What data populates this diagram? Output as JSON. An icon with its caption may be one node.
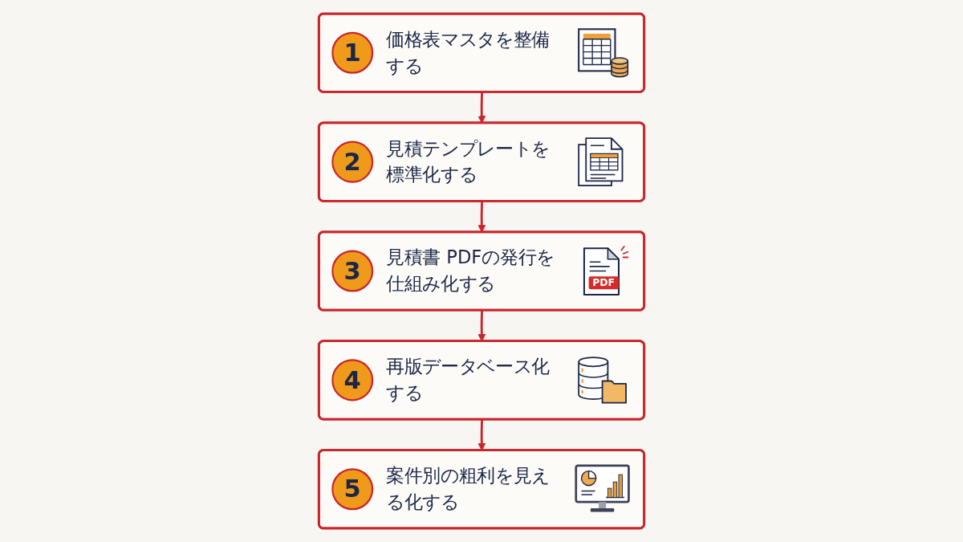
{
  "diagram": {
    "nodes": [
      {
        "text": [
          "1",
          "価格表マスタを整備する"
        ]
      },
      {
        "text": [
          "2",
          "見積テンプレートを標準化する"
        ]
      },
      {
        "text": [
          "3",
          "見積書 PDFの発行を仕組み化する",
          "PDF"
        ]
      },
      {
        "text": [
          "4",
          "再版データベース化する"
        ]
      },
      {
        "text": [
          "5",
          "案件別の粗利を見える化する"
        ]
      }
    ],
    "edges": [
      {
        "from": 0,
        "to": 1,
        "arrow": "to"
      },
      {
        "from": 1,
        "to": 2,
        "arrow": "to"
      },
      {
        "from": 2,
        "to": 3,
        "arrow": "to"
      },
      {
        "from": 3,
        "to": 4,
        "arrow": "to"
      }
    ]
  }
}
